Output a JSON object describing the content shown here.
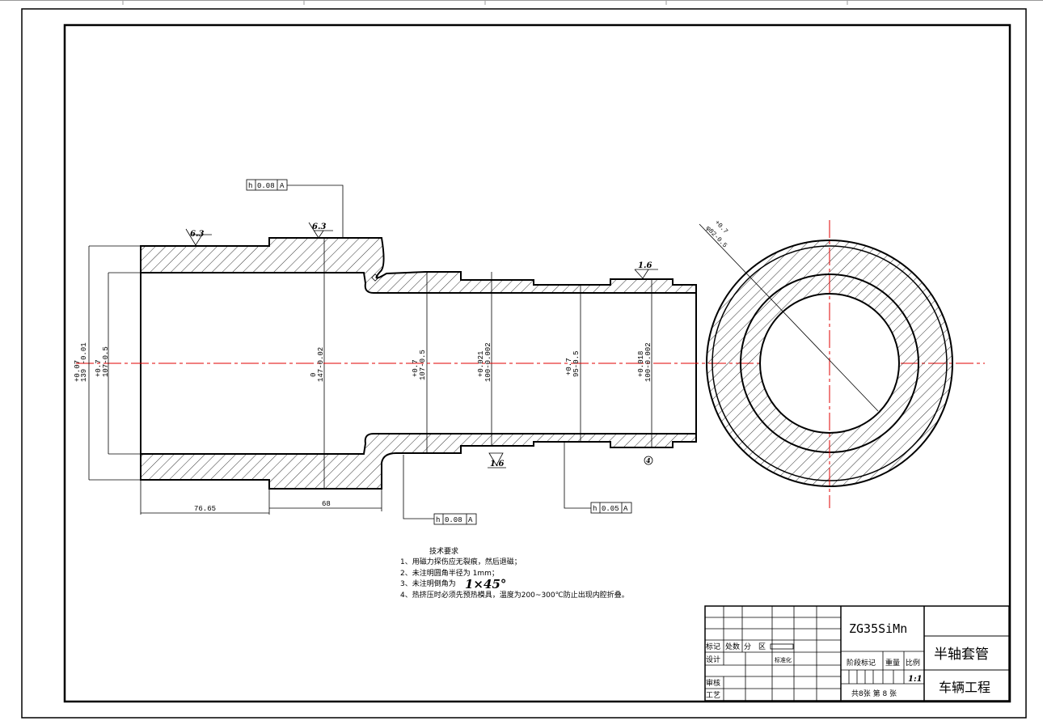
{
  "drawing": {
    "part_name": "半轴套管",
    "company": "车辆工程",
    "material": "ZG35SiMn",
    "scale": "1:1",
    "sheets": "共8张    第 8 张",
    "labels": {
      "mark": "标记",
      "count": "处数",
      "zone": "分",
      "zone2": "区",
      "design": "设计",
      "standard": "标准化",
      "review": "审核",
      "process": "工艺",
      "stage": "阶段标记",
      "weight": "重量",
      "ratio": "比例"
    }
  },
  "dimensions": {
    "len1": "76.65",
    "len2": "68",
    "d139": {
      "upper": "+0.07",
      "lower": "139 -0.01"
    },
    "d107a": {
      "upper": "+0.7",
      "lower": "107-0.5"
    },
    "d147": {
      "upper": "0",
      "lower": "147-0.02"
    },
    "d107b": {
      "upper": "+0.7",
      "lower": "107-0.5"
    },
    "d100a": {
      "upper": "+0.021",
      "lower": "100-0.002"
    },
    "d95": {
      "upper": "+0.7",
      "lower": "95-0.5"
    },
    "d100b": {
      "upper": "+0.018",
      "lower": "100-0.002"
    },
    "phi_label": "φ82-0.5",
    "phi_upper": "+0.7"
  },
  "roughness": {
    "r1": "6.3",
    "r2": "6.3",
    "r3": "1.6",
    "r4": "1.6",
    "r5": "4"
  },
  "tolerances": [
    {
      "symbol": "h",
      "value": "0.08",
      "datum": "A"
    },
    {
      "symbol": "h",
      "value": "0.08",
      "datum": "A"
    },
    {
      "symbol": "h",
      "value": "0.05",
      "datum": "A"
    }
  ],
  "notes": {
    "title": "技术要求",
    "items": [
      "1、用磁力探伤应无裂痕，然后退磁；",
      "2、未注明圆角半径为 1mm；",
      "3、未注明倒角为",
      "4、热挤压时必须先预热模具，温度为200~300℃防止出现内腔折叠。"
    ],
    "chamfer": "1×45°"
  },
  "colors": {
    "line": "#000000",
    "center": "#e00000",
    "background": "#ffffff"
  }
}
